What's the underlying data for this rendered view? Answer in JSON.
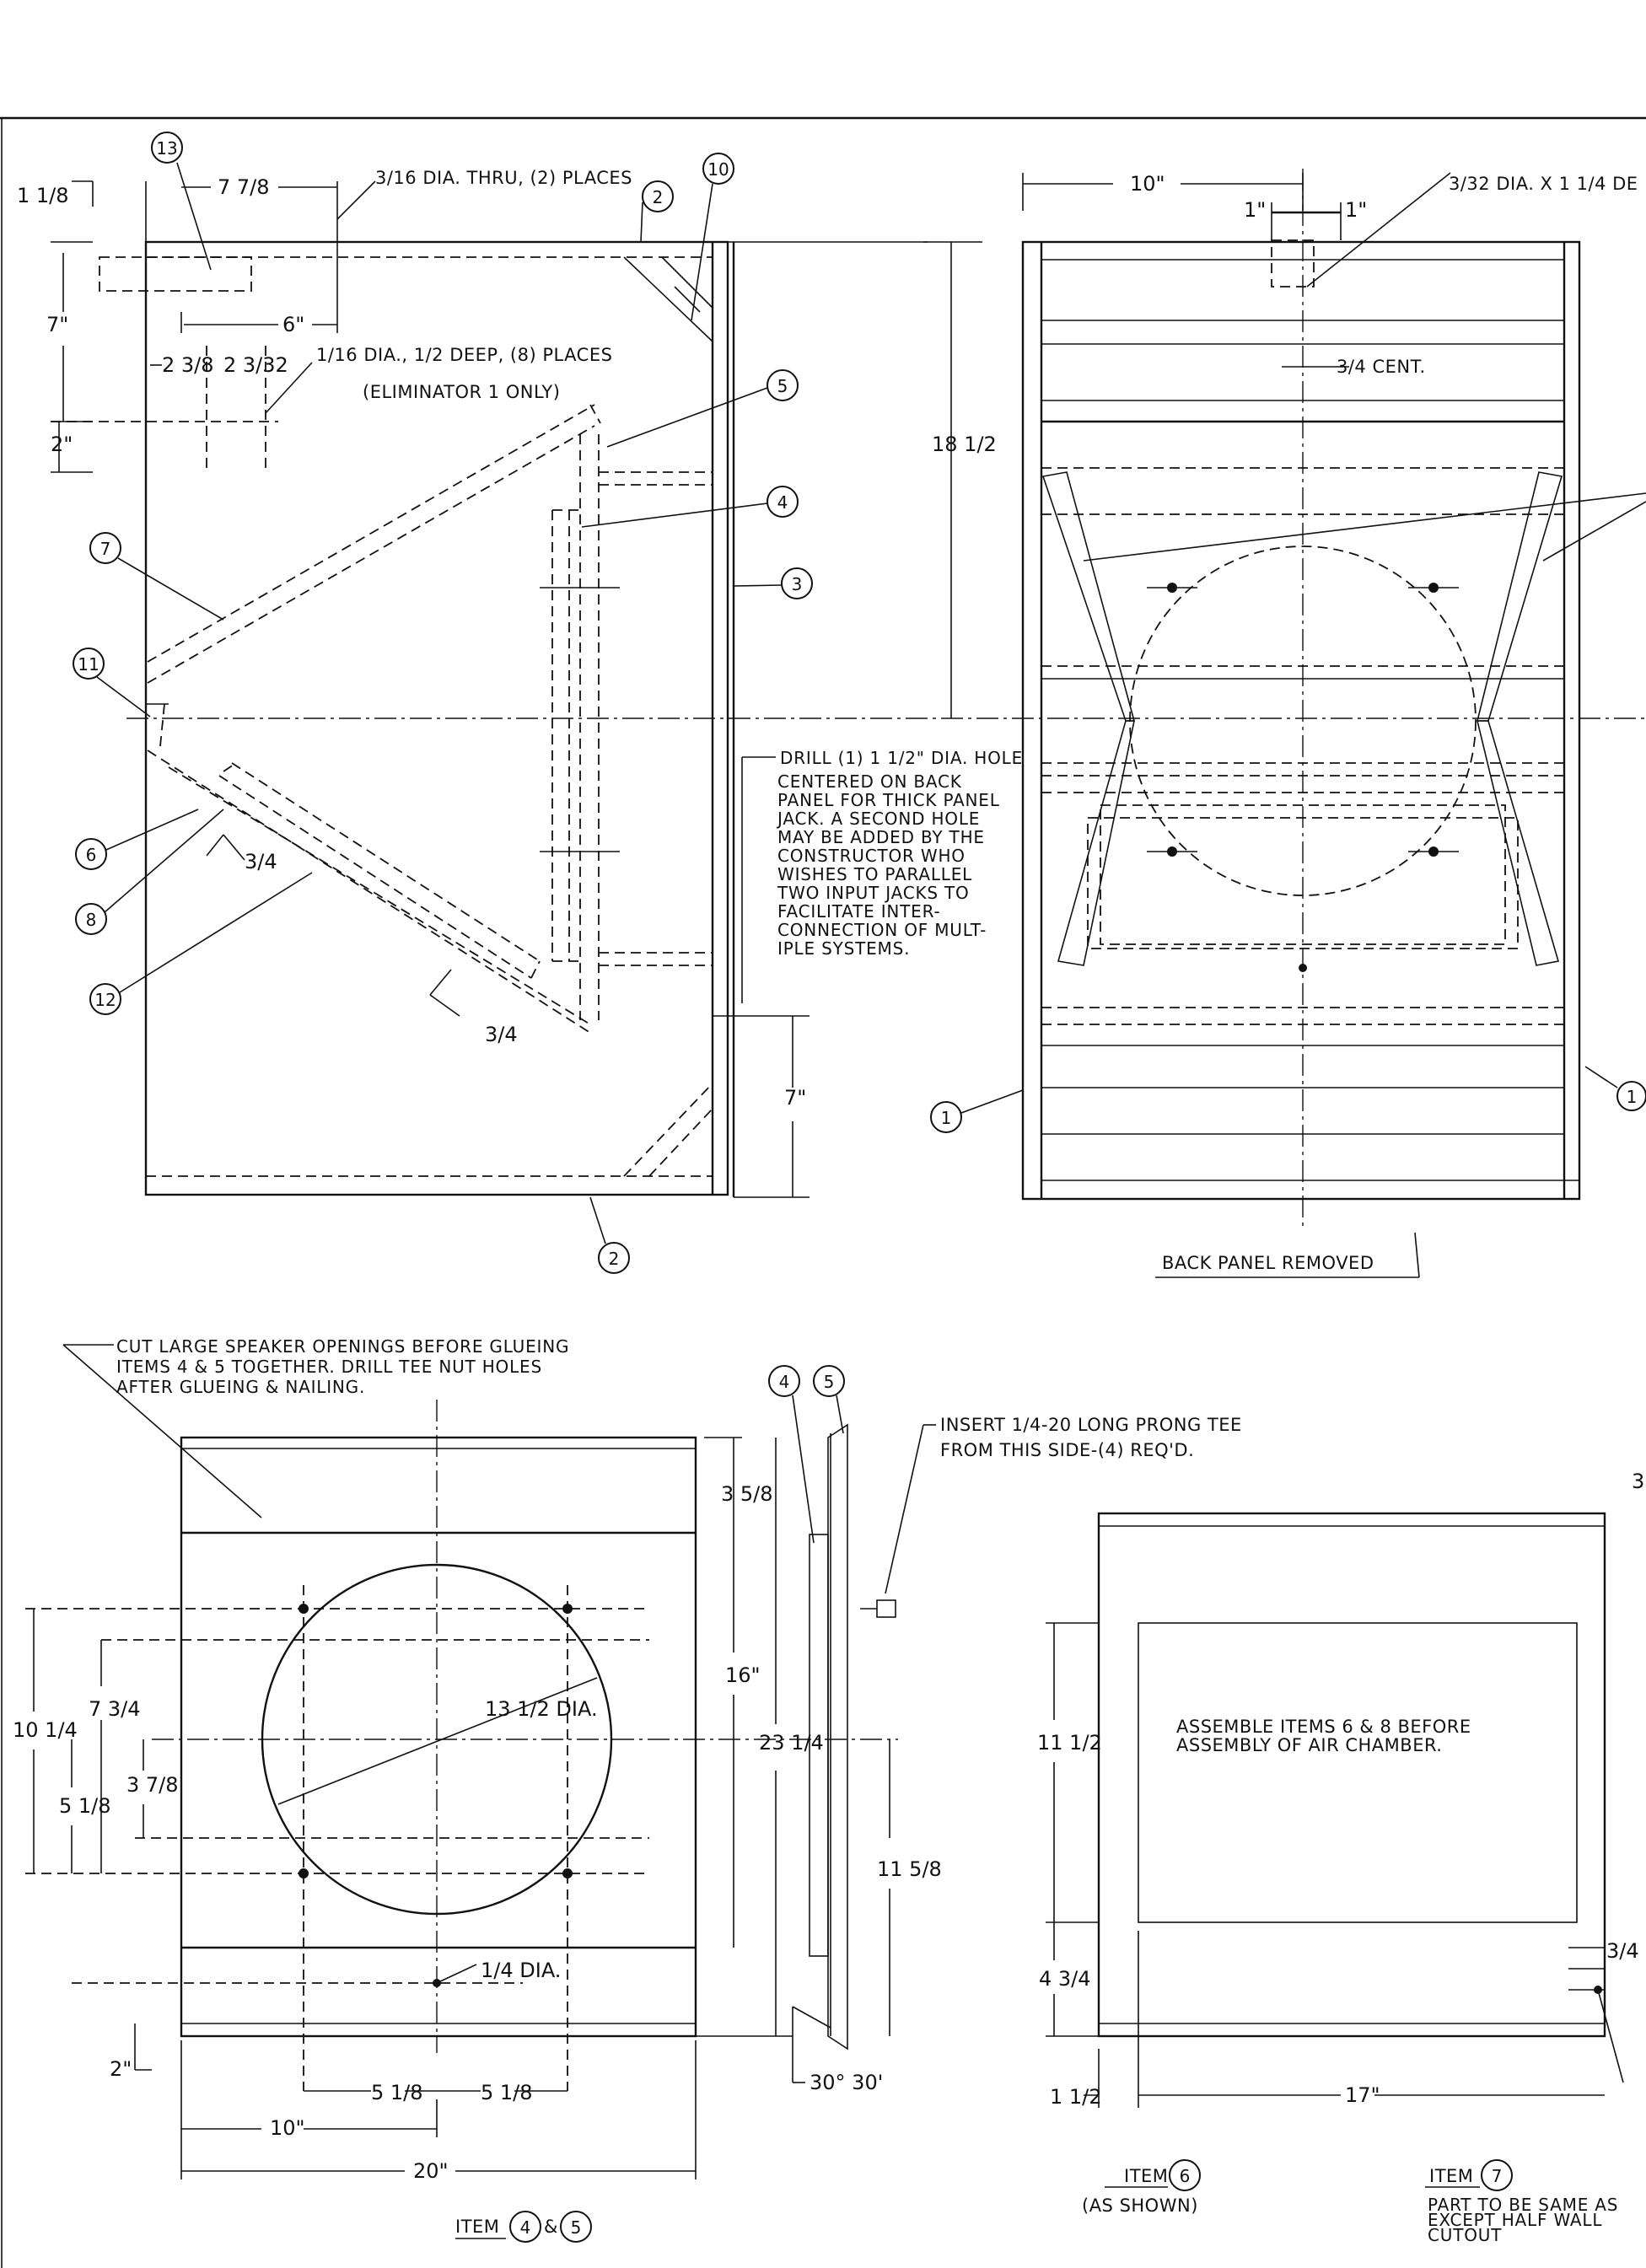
{
  "side_view": {
    "notes": [
      "3/16 DIA. THRU, (2) PLACES",
      "1/16 DIA., 1/2 DEEP, (8) PLACES",
      "(ELIMINATOR 1 ONLY)"
    ],
    "dims": [
      "1 1/8",
      "7 7/8",
      "7\"",
      "6\"",
      "2 3/8",
      "2 3/32",
      "2\"",
      "18 1/2",
      "3/4",
      "3/4",
      "7\""
    ],
    "callouts": [
      "13",
      "10",
      "2",
      "5",
      "4",
      "3",
      "7",
      "11",
      "6",
      "8",
      "12",
      "2"
    ],
    "drill_note": [
      "DRILL (1) 1 1/2\" DIA. HOLE",
      "CENTERED ON BACK",
      "PANEL FOR THICK PANEL",
      "JACK. A SECOND HOLE",
      "MAY BE ADDED BY THE",
      "CONSTRUCTOR WHO",
      "WISHES TO PARALLEL",
      "TWO INPUT JACKS TO",
      "FACILITATE INTER-",
      "CONNECTION OF MULT-",
      "IPLE SYSTEMS."
    ]
  },
  "back_view": {
    "dims": [
      "10\"",
      "1\"",
      "1\""
    ],
    "note_top": "3/32 DIA. X 1 1/4 DE",
    "note_cent": "3/4 CENT.",
    "callouts": [
      "1",
      "1"
    ],
    "caption": "BACK PANEL REMOVED"
  },
  "items_4_5": {
    "note": [
      "CUT LARGE SPEAKER OPENINGS BEFORE GLUEING",
      "ITEMS 4 & 5 TOGETHER. DRILL TEE NUT HOLES",
      "AFTER GLUEING & NAILING."
    ],
    "tee_note": [
      "INSERT 1/4-20 LONG PRONG TEE",
      "FROM THIS SIDE-(4) REQ'D."
    ],
    "dims": [
      "3 5/8",
      "16\"",
      "23 1/4",
      "11 5/8",
      "7 3/4",
      "10 1/4",
      "3 7/8",
      "5 1/8",
      "13 1/2 DIA.",
      "1/4 DIA.",
      "2\"",
      "5 1/8",
      "5 1/8",
      "10\"",
      "20\"",
      "30° 30'"
    ],
    "callouts": [
      "4",
      "5"
    ],
    "caption_prefix": "ITEM",
    "caption_items": [
      "4",
      "5"
    ]
  },
  "items_6_7": {
    "note": [
      "ASSEMBLE ITEMS 6 & 8 BEFORE",
      "ASSEMBLY OF AIR CHAMBER."
    ],
    "dims": [
      "11 1/2",
      "4 3/4",
      "1 1/2",
      "17\"",
      "3/4",
      "3"
    ],
    "item6_label": "ITEM",
    "item6_num": "6",
    "item6_sub": "(AS SHOWN)",
    "item7_label": "ITEM",
    "item7_num": "7",
    "item7_sub": [
      "PART TO BE SAME AS",
      "EXCEPT HALF WALL",
      "CUTOUT"
    ]
  }
}
